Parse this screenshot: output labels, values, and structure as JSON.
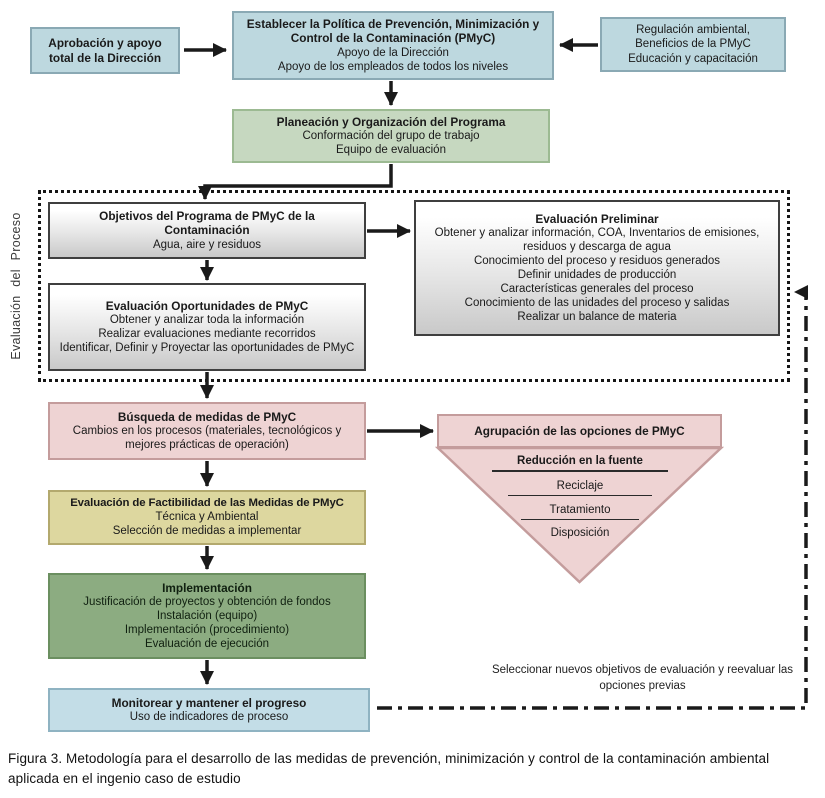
{
  "process_region_label": "Evaluación del Proceso",
  "boxes": {
    "approval": {
      "title": "Aprobación y apoyo total de la Dirección"
    },
    "policy": {
      "title": "Establecer la Política de Prevención, Minimización y Control de la Contaminación (PMyC)",
      "lines": [
        "Apoyo de la Dirección",
        "Apoyo de los empleados de todos los niveles"
      ]
    },
    "regulation": {
      "lines": [
        "Regulación ambiental,",
        "Beneficios de la PMyC",
        "Educación y capacitación"
      ]
    },
    "planning": {
      "title": "Planeación y Organización del Programa",
      "lines": [
        "Conformación del grupo de trabajo",
        "Equipo de evaluación"
      ]
    },
    "objectives": {
      "title": "Objetivos del Programa de PMyC de la Contaminación",
      "lines": [
        "Agua, aire y residuos"
      ]
    },
    "preliminary": {
      "title": "Evaluación Preliminar",
      "lines": [
        "Obtener y analizar información, COA, Inventarios de emisiones, residuos y descarga de agua",
        "Conocimiento  del proceso y residuos generados",
        "Definir unidades de producción",
        "Características generales del proceso",
        "Conocimiento de las unidades del proceso y salidas",
        "Realizar un balance de materia"
      ]
    },
    "opportunities": {
      "title": "Evaluación Oportunidades de PMyC",
      "lines": [
        "Obtener y analizar toda la información",
        "Realizar evaluaciones mediante recorridos",
        "Identificar, Definir y Proyectar las oportunidades de PMyC"
      ]
    },
    "search": {
      "title": "Búsqueda de medidas de PMyC",
      "lines": [
        "Cambios en los procesos (materiales, tecnológicos y mejores prácticas de operación)"
      ]
    },
    "grouping": {
      "title": "Agrupación de las opciones de PMyC",
      "funnel": [
        "Reducción en la fuente",
        "Reciclaje",
        "Tratamiento",
        "Disposición"
      ]
    },
    "feasibility": {
      "title": "Evaluación de Factibilidad de las Medidas de PMyC",
      "lines": [
        "Técnica y Ambiental",
        "Selección de medidas a implementar"
      ]
    },
    "implementation": {
      "title": "Implementación",
      "lines": [
        "Justificación de proyectos y obtención de fondos",
        "Instalación (equipo)",
        "Implementación  (procedimiento)",
        "Evaluación  de ejecución"
      ]
    },
    "monitoring": {
      "title": "Monitorear y mantener el progreso",
      "lines": [
        "Uso de indicadores de proceso"
      ]
    }
  },
  "feedback_note": "Seleccionar nuevos objetivos  de evaluación y  reevaluar las opciones previas",
  "caption": "Figura 3. Metodología para el desarrollo de las medidas de prevención, minimización y control de la contaminación ambiental aplicada en el ingenio caso de estudio",
  "colors": {
    "blue_box": "#bdd8df",
    "blue_border": "#8aa9b4",
    "green_light_box": "#c6d8c0",
    "green_light_border": "#9cba92",
    "gray_box_gradient_bottom": "#c9c9c9",
    "gray_border": "#3f3f3f",
    "pink_box": "#eed3d3",
    "pink_border": "#c49c9c",
    "khaki_box": "#ddd79f",
    "khaki_border": "#b3a96e",
    "green_box": "#8cac81",
    "green_border": "#6b8f60",
    "lightblue_box": "#c3dde7",
    "lightblue_border": "#8fb3c2",
    "arrow_color": "#1a1a1a"
  }
}
